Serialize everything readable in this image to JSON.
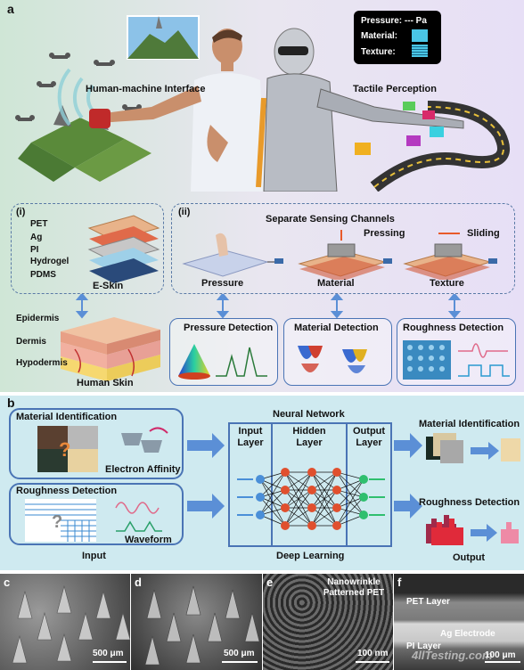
{
  "panel_a": {
    "letter": "a",
    "hmi_label": "Human-machine Interface",
    "tactile_label": "Tactile Perception",
    "bubble": {
      "pressure_label": "Pressure: --- Pa",
      "material_label": "Material:",
      "texture_label": "Texture:"
    },
    "eskin": {
      "numeral": "(i)",
      "layers": [
        "PET",
        "Ag",
        "PI",
        "Hydrogel",
        "PDMS"
      ],
      "caption": "E-Skin"
    },
    "channels": {
      "numeral": "(ii)",
      "title": "Separate Sensing Channels",
      "pressing_label": "Pressing",
      "sliding_label": "Sliding",
      "sensor_labels": [
        "Pressure",
        "Material",
        "Texture"
      ]
    },
    "skin": {
      "layers": [
        "Epidermis",
        "Dermis",
        "Hypodermis"
      ],
      "caption": "Human Skin"
    },
    "detections": [
      "Pressure Detection",
      "Material Detection",
      "Roughness Detection"
    ]
  },
  "panel_b": {
    "letter": "b",
    "material_identification": "Material Identification",
    "electron_affinity": "Electron Affinity",
    "roughness_detection": "Roughness Detection",
    "waveform": "Waveform",
    "input": "Input",
    "neural_network": "Neural Network",
    "input_layer": "Input Layer",
    "hidden_layer": "Hidden Layer",
    "output_layer": "Output Layer",
    "deep_learning": "Deep Learning",
    "out_material": "Material Identification",
    "out_roughness": "Roughness Detection",
    "output": "Output"
  },
  "panel_c": {
    "letter": "c",
    "scale": "500 μm"
  },
  "panel_d": {
    "letter": "d",
    "scale": "500 μm"
  },
  "panel_e": {
    "letter": "e",
    "title": "Nanowrinkle Patterned PET",
    "scale": "100 nm"
  },
  "panel_f": {
    "letter": "f",
    "pet": "PET Layer",
    "ag": "Ag Electrode",
    "pi": "PI Layer",
    "scale": "100 μm",
    "watermark": "4llTesting.com"
  },
  "colors": {
    "panel_a_bg": "#dfe7f3",
    "panel_b_bg": "#cfeaf0",
    "dashed_border": "#5a7aa6",
    "box_border": "#4a74b5",
    "arrow_blue": "#5b8fd6",
    "node_blue": "#4a8fd8",
    "node_red": "#e0502e",
    "node_green": "#2fbf6e"
  }
}
